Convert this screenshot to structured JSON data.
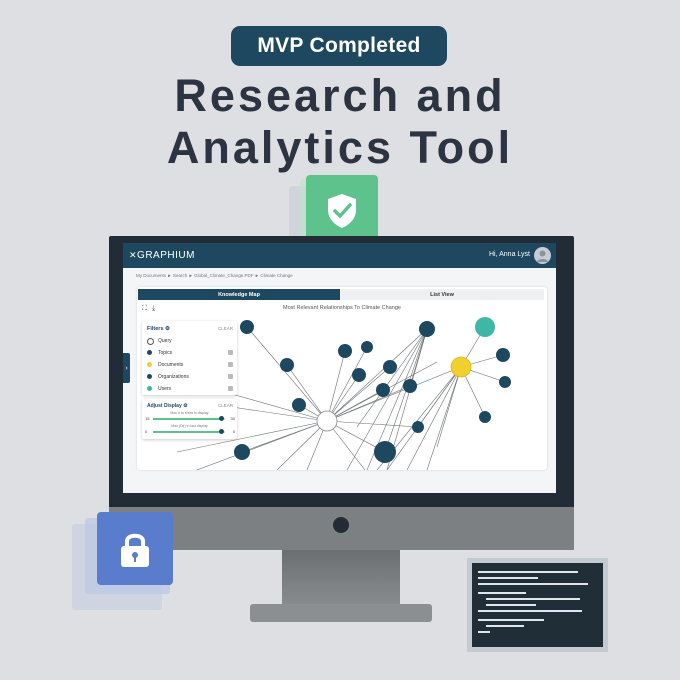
{
  "badge": "MVP Completed",
  "headline": {
    "line1": "Research and",
    "line2": "Analytics Tool"
  },
  "app": {
    "logo": "GRAPHIUM",
    "user": "Hi, Anna Lyst",
    "breadcrumb": "My Documents  ►  Search  ►  Global_Climate_Change.PDF  ►  Climate Change",
    "tabs": [
      "Knowledge Map",
      "List View"
    ],
    "active_tab": "Knowledge Map",
    "map_title": "Most Relevant Relationships To Climate Change",
    "filters": {
      "title": "Filters ⚙",
      "clear": "CLEAR",
      "items": [
        {
          "label": "Query",
          "color": "#ffffff",
          "checked": false
        },
        {
          "label": "Topics",
          "color": "#1d4860",
          "checked": true
        },
        {
          "label": "Documents",
          "color": "#f1cf2e",
          "checked": true
        },
        {
          "label": "Organizations",
          "color": "#1d4860",
          "checked": true
        },
        {
          "label": "Users",
          "color": "#3fb7a5",
          "checked": true
        }
      ]
    },
    "adjust": {
      "title": "Adjust Display ⚙",
      "clear": "CLEAR",
      "slider1_label": "Max # to show in display",
      "slider1_min": "15",
      "slider1_max": "30",
      "slider1_value_fraction": 0.95,
      "slider2_label": "Max (Dir) in last display",
      "slider2_min": "0",
      "slider2_max": "5",
      "slider2_value_fraction": 0.95
    }
  },
  "colors": {
    "navy": "#1d4860",
    "green": "#5ec28c",
    "yellow": "#f1cf2e",
    "teal": "#3fb7a5",
    "lock_blue": "#5a7ccc"
  },
  "icons": [
    "shield-check-icon",
    "lock-icon",
    "expand-icon",
    "download-icon",
    "avatar-icon",
    "chevron-right-icon",
    "graph-logo-icon"
  ]
}
